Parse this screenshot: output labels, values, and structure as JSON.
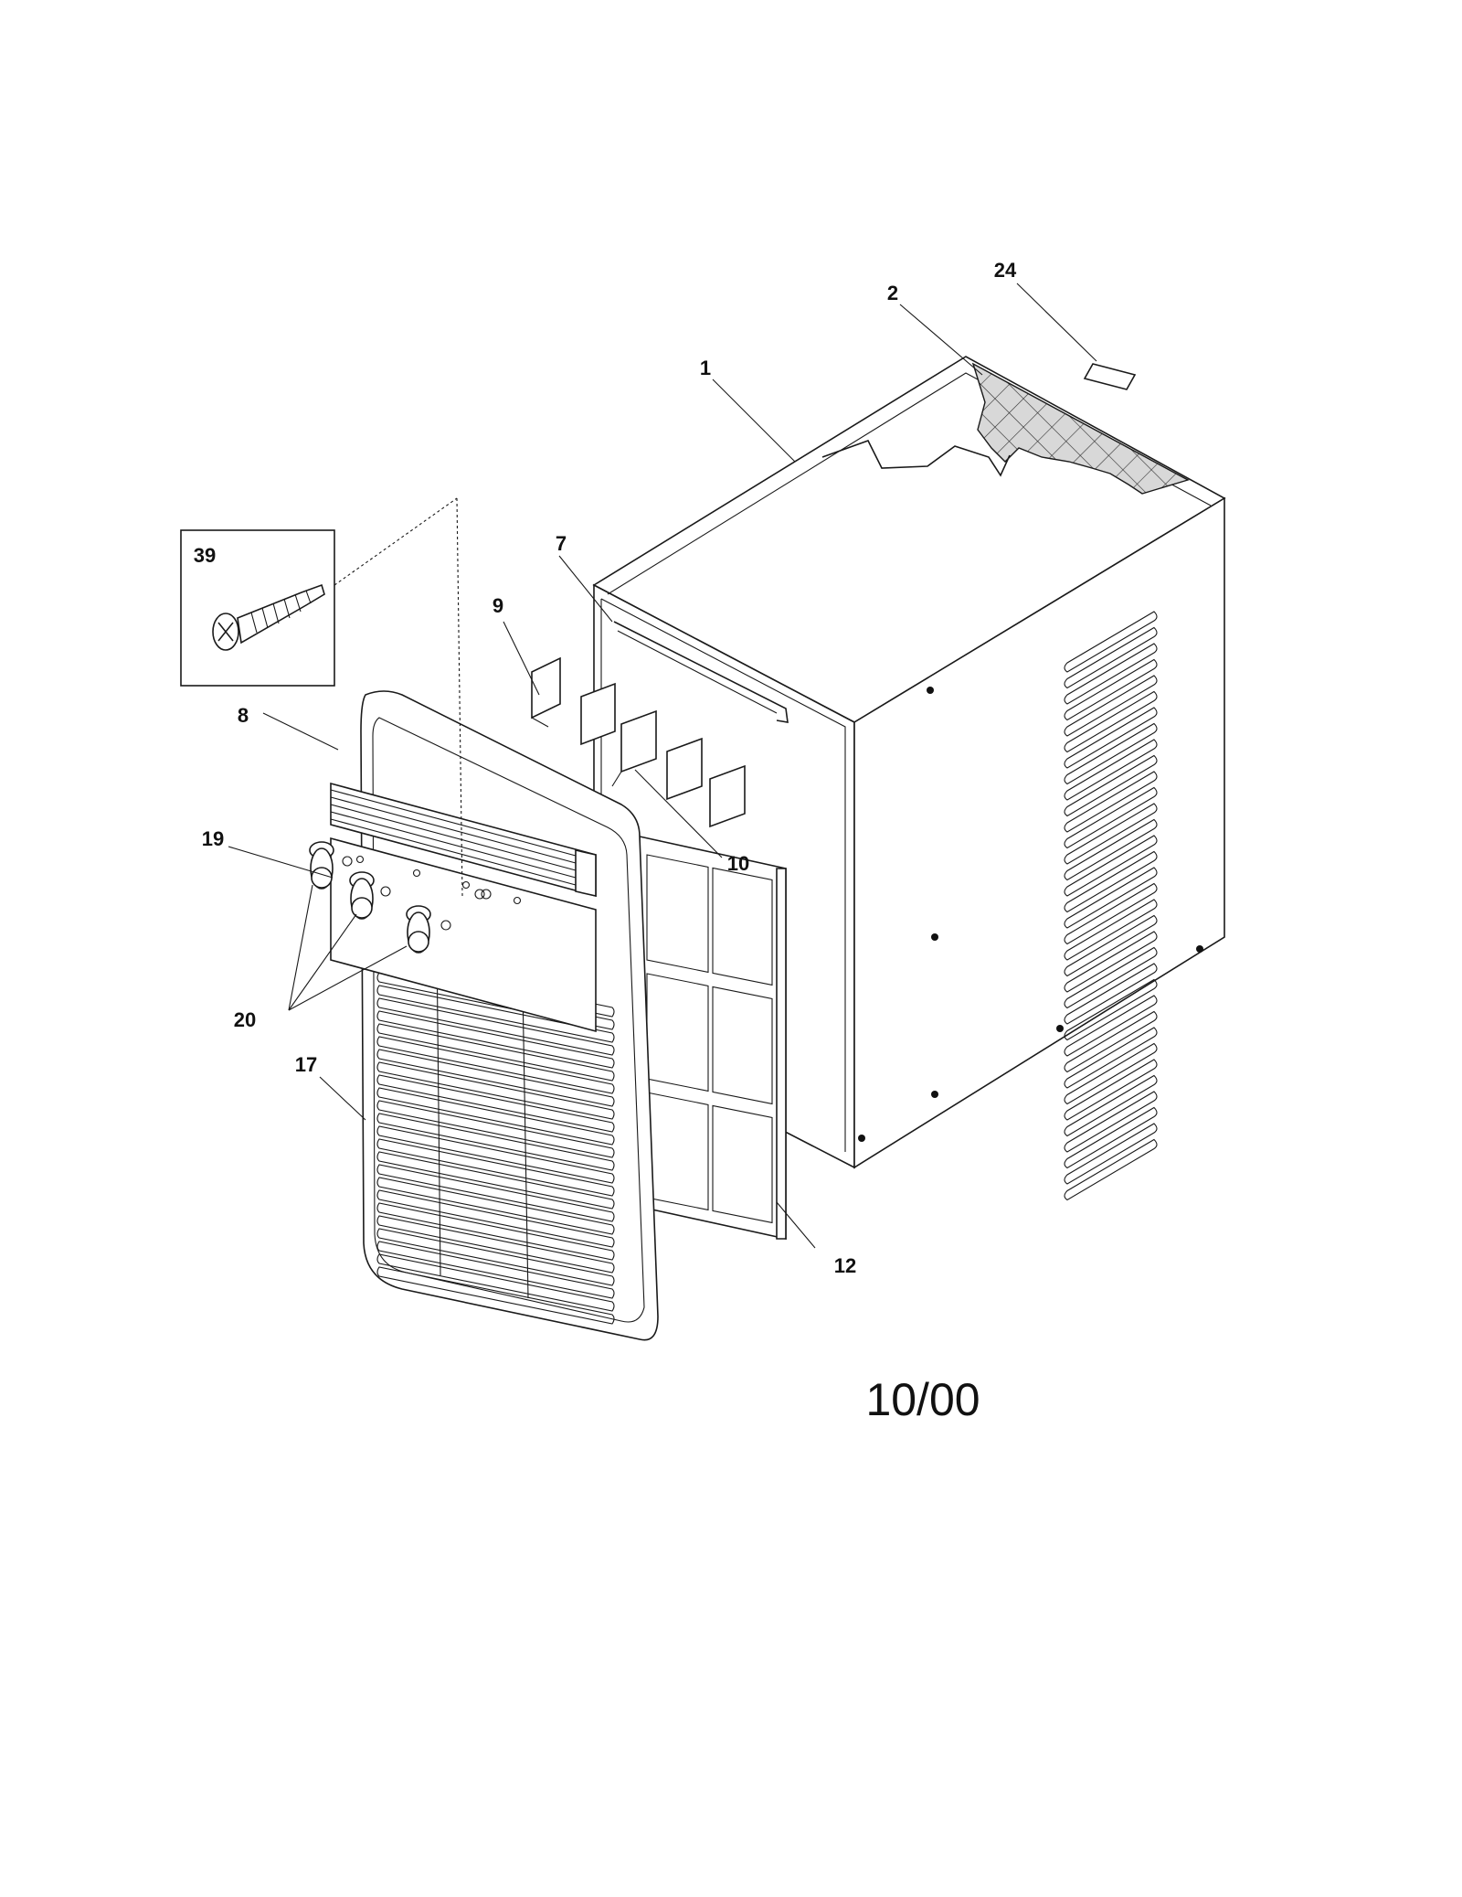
{
  "diagram": {
    "date_code": "10/00",
    "callouts": [
      {
        "id": "c1",
        "label": "1"
      },
      {
        "id": "c2",
        "label": "2"
      },
      {
        "id": "c24",
        "label": "24"
      },
      {
        "id": "c39",
        "label": "39"
      },
      {
        "id": "c7",
        "label": "7"
      },
      {
        "id": "c9",
        "label": "9"
      },
      {
        "id": "c8",
        "label": "8"
      },
      {
        "id": "c10",
        "label": "10"
      },
      {
        "id": "c19",
        "label": "19"
      },
      {
        "id": "c20",
        "label": "20"
      },
      {
        "id": "c17",
        "label": "17"
      },
      {
        "id": "c12",
        "label": "12"
      }
    ]
  }
}
